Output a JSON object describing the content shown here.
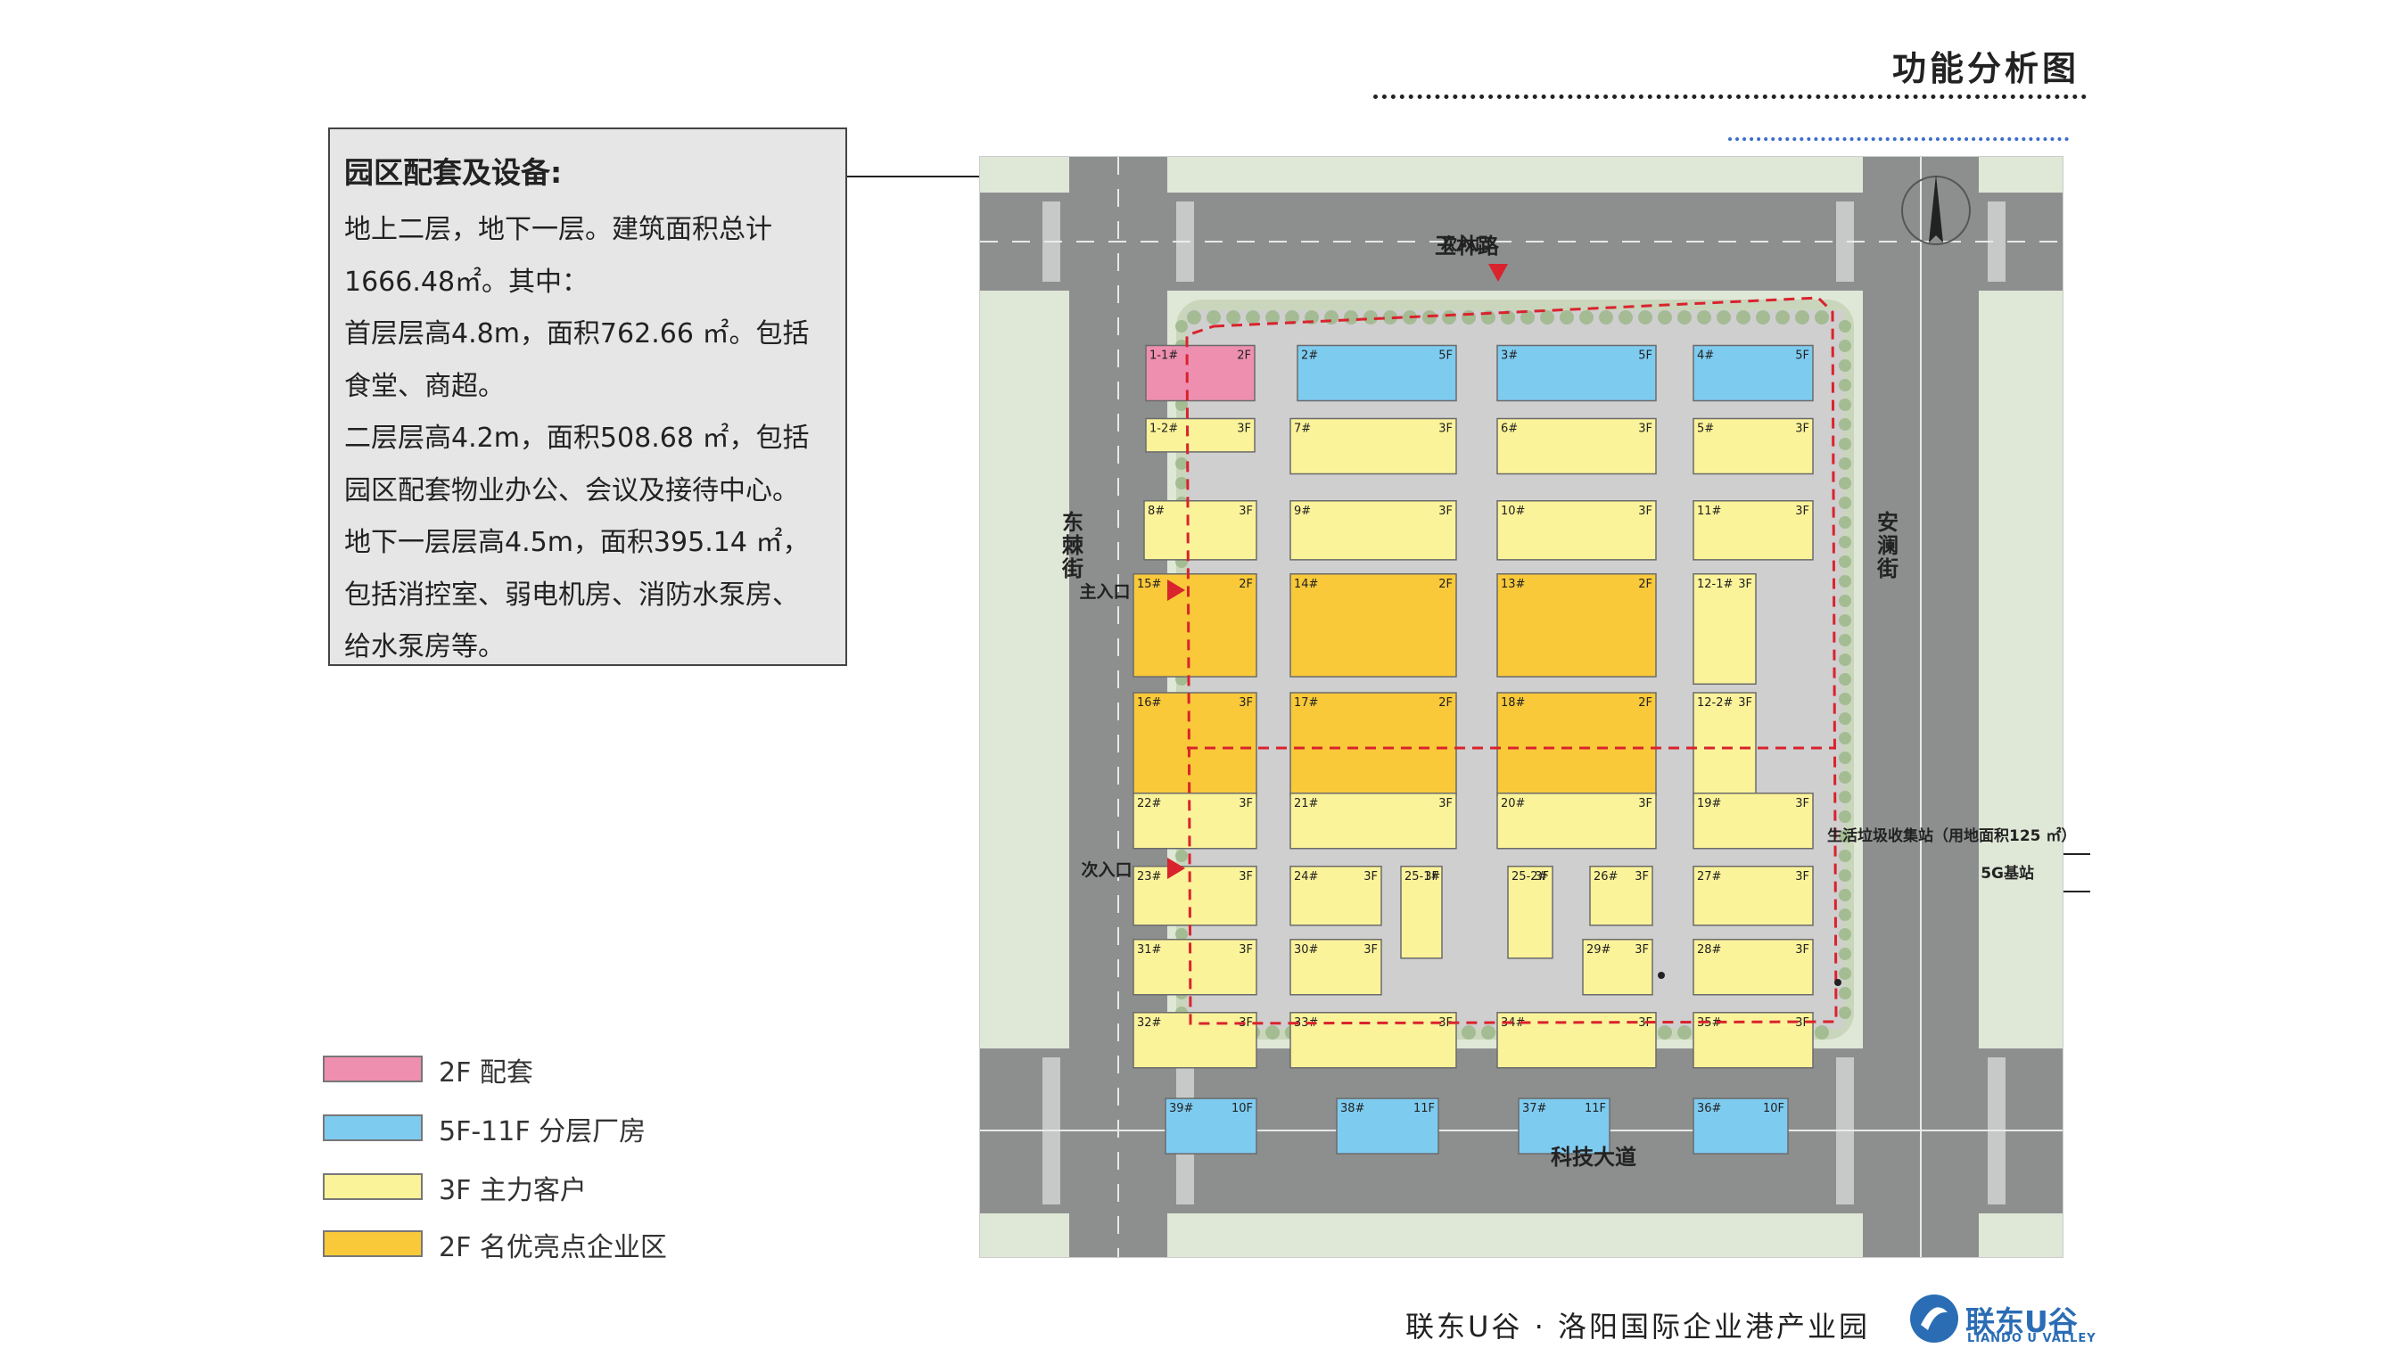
{
  "header": {
    "title": "功能分析图"
  },
  "info_box": {
    "title": "园区配套及设备:",
    "lines": [
      "地上二层，地下一层。建筑面积总计",
      "1666.48㎡。其中：",
      "首层层高4.8m，面积762.66 ㎡。包括",
      "食堂、商超。",
      "二层层高4.2m，面积508.68 ㎡，包括",
      "园区配套物业办公、会议及接待中心。",
      "地下一层层高4.5m，面积395.14 ㎡，",
      "包括消控室、弱电机房、消防水泵房、",
      "给水泵房等。"
    ]
  },
  "legend": [
    {
      "label": "2F 配套",
      "color": "#ee8fb0"
    },
    {
      "label": "5F-11F 分层厂房",
      "color": "#7ecbf0"
    },
    {
      "label": "3F 主力客户",
      "color": "#fbf39a"
    },
    {
      "label": "2F 名优亮点企业区",
      "color": "#f9c93a"
    }
  ],
  "map": {
    "roads": {
      "north": "玉林路",
      "west": "东棘街",
      "east": "安澜街",
      "south": "科技大道"
    },
    "entrances": {
      "north": "次入口",
      "west_main": "主入口",
      "west_secondary": "次入口"
    },
    "callouts": {
      "garbage": "生活垃圾收集站（用地面积125 ㎡）",
      "base_station": "5G基站"
    },
    "colors": {
      "pink": "#ee8fb0",
      "blue": "#7ecbf0",
      "yellow": "#fbf39a",
      "orange": "#f9c93a",
      "red": "#d9232d"
    },
    "buildings": [
      {
        "id": "1-1#",
        "floors": "2F",
        "color": "pink"
      },
      {
        "id": "2#",
        "floors": "5F",
        "color": "blue"
      },
      {
        "id": "3#",
        "floors": "5F",
        "color": "blue"
      },
      {
        "id": "4#",
        "floors": "5F",
        "color": "blue"
      },
      {
        "id": "1-2#",
        "floors": "3F",
        "color": "yellow"
      },
      {
        "id": "7#",
        "floors": "3F",
        "color": "yellow"
      },
      {
        "id": "6#",
        "floors": "3F",
        "color": "yellow"
      },
      {
        "id": "5#",
        "floors": "3F",
        "color": "yellow"
      },
      {
        "id": "8#",
        "floors": "3F",
        "color": "yellow"
      },
      {
        "id": "9#",
        "floors": "3F",
        "color": "yellow"
      },
      {
        "id": "10#",
        "floors": "3F",
        "color": "yellow"
      },
      {
        "id": "11#",
        "floors": "3F",
        "color": "yellow"
      },
      {
        "id": "15#",
        "floors": "2F",
        "color": "orange"
      },
      {
        "id": "14#",
        "floors": "2F",
        "color": "orange"
      },
      {
        "id": "13#",
        "floors": "2F",
        "color": "orange"
      },
      {
        "id": "12-1#",
        "floors": "3F",
        "color": "yellow"
      },
      {
        "id": "16#",
        "floors": "3F",
        "color": "orange"
      },
      {
        "id": "17#",
        "floors": "2F",
        "color": "orange"
      },
      {
        "id": "18#",
        "floors": "2F",
        "color": "orange"
      },
      {
        "id": "12-2#",
        "floors": "3F",
        "color": "yellow"
      },
      {
        "id": "22#",
        "floors": "3F",
        "color": "yellow"
      },
      {
        "id": "21#",
        "floors": "3F",
        "color": "yellow"
      },
      {
        "id": "20#",
        "floors": "3F",
        "color": "yellow"
      },
      {
        "id": "19#",
        "floors": "3F",
        "color": "yellow"
      },
      {
        "id": "23#",
        "floors": "3F",
        "color": "yellow"
      },
      {
        "id": "24#",
        "floors": "3F",
        "color": "yellow"
      },
      {
        "id": "25-1#",
        "floors": "3F",
        "color": "yellow"
      },
      {
        "id": "25-2#",
        "floors": "3F",
        "color": "yellow"
      },
      {
        "id": "26#",
        "floors": "3F",
        "color": "yellow"
      },
      {
        "id": "27#",
        "floors": "3F",
        "color": "yellow"
      },
      {
        "id": "31#",
        "floors": "3F",
        "color": "yellow"
      },
      {
        "id": "30#",
        "floors": "3F",
        "color": "yellow"
      },
      {
        "id": "29#",
        "floors": "3F",
        "color": "yellow"
      },
      {
        "id": "28#",
        "floors": "3F",
        "color": "yellow"
      },
      {
        "id": "32#",
        "floors": "3F",
        "color": "yellow"
      },
      {
        "id": "33#",
        "floors": "3F",
        "color": "yellow"
      },
      {
        "id": "34#",
        "floors": "3F",
        "color": "yellow"
      },
      {
        "id": "35#",
        "floors": "3F",
        "color": "yellow"
      },
      {
        "id": "39#",
        "floors": "10F",
        "color": "blue"
      },
      {
        "id": "38#",
        "floors": "11F",
        "color": "blue"
      },
      {
        "id": "37#",
        "floors": "11F",
        "color": "blue"
      },
      {
        "id": "36#",
        "floors": "10F",
        "color": "blue"
      }
    ]
  },
  "footer": {
    "text": "联东U谷 · 洛阳国际企业港产业园"
  },
  "brand": {
    "name": "联东U谷",
    "sub": "LIANDO U VALLEY"
  }
}
